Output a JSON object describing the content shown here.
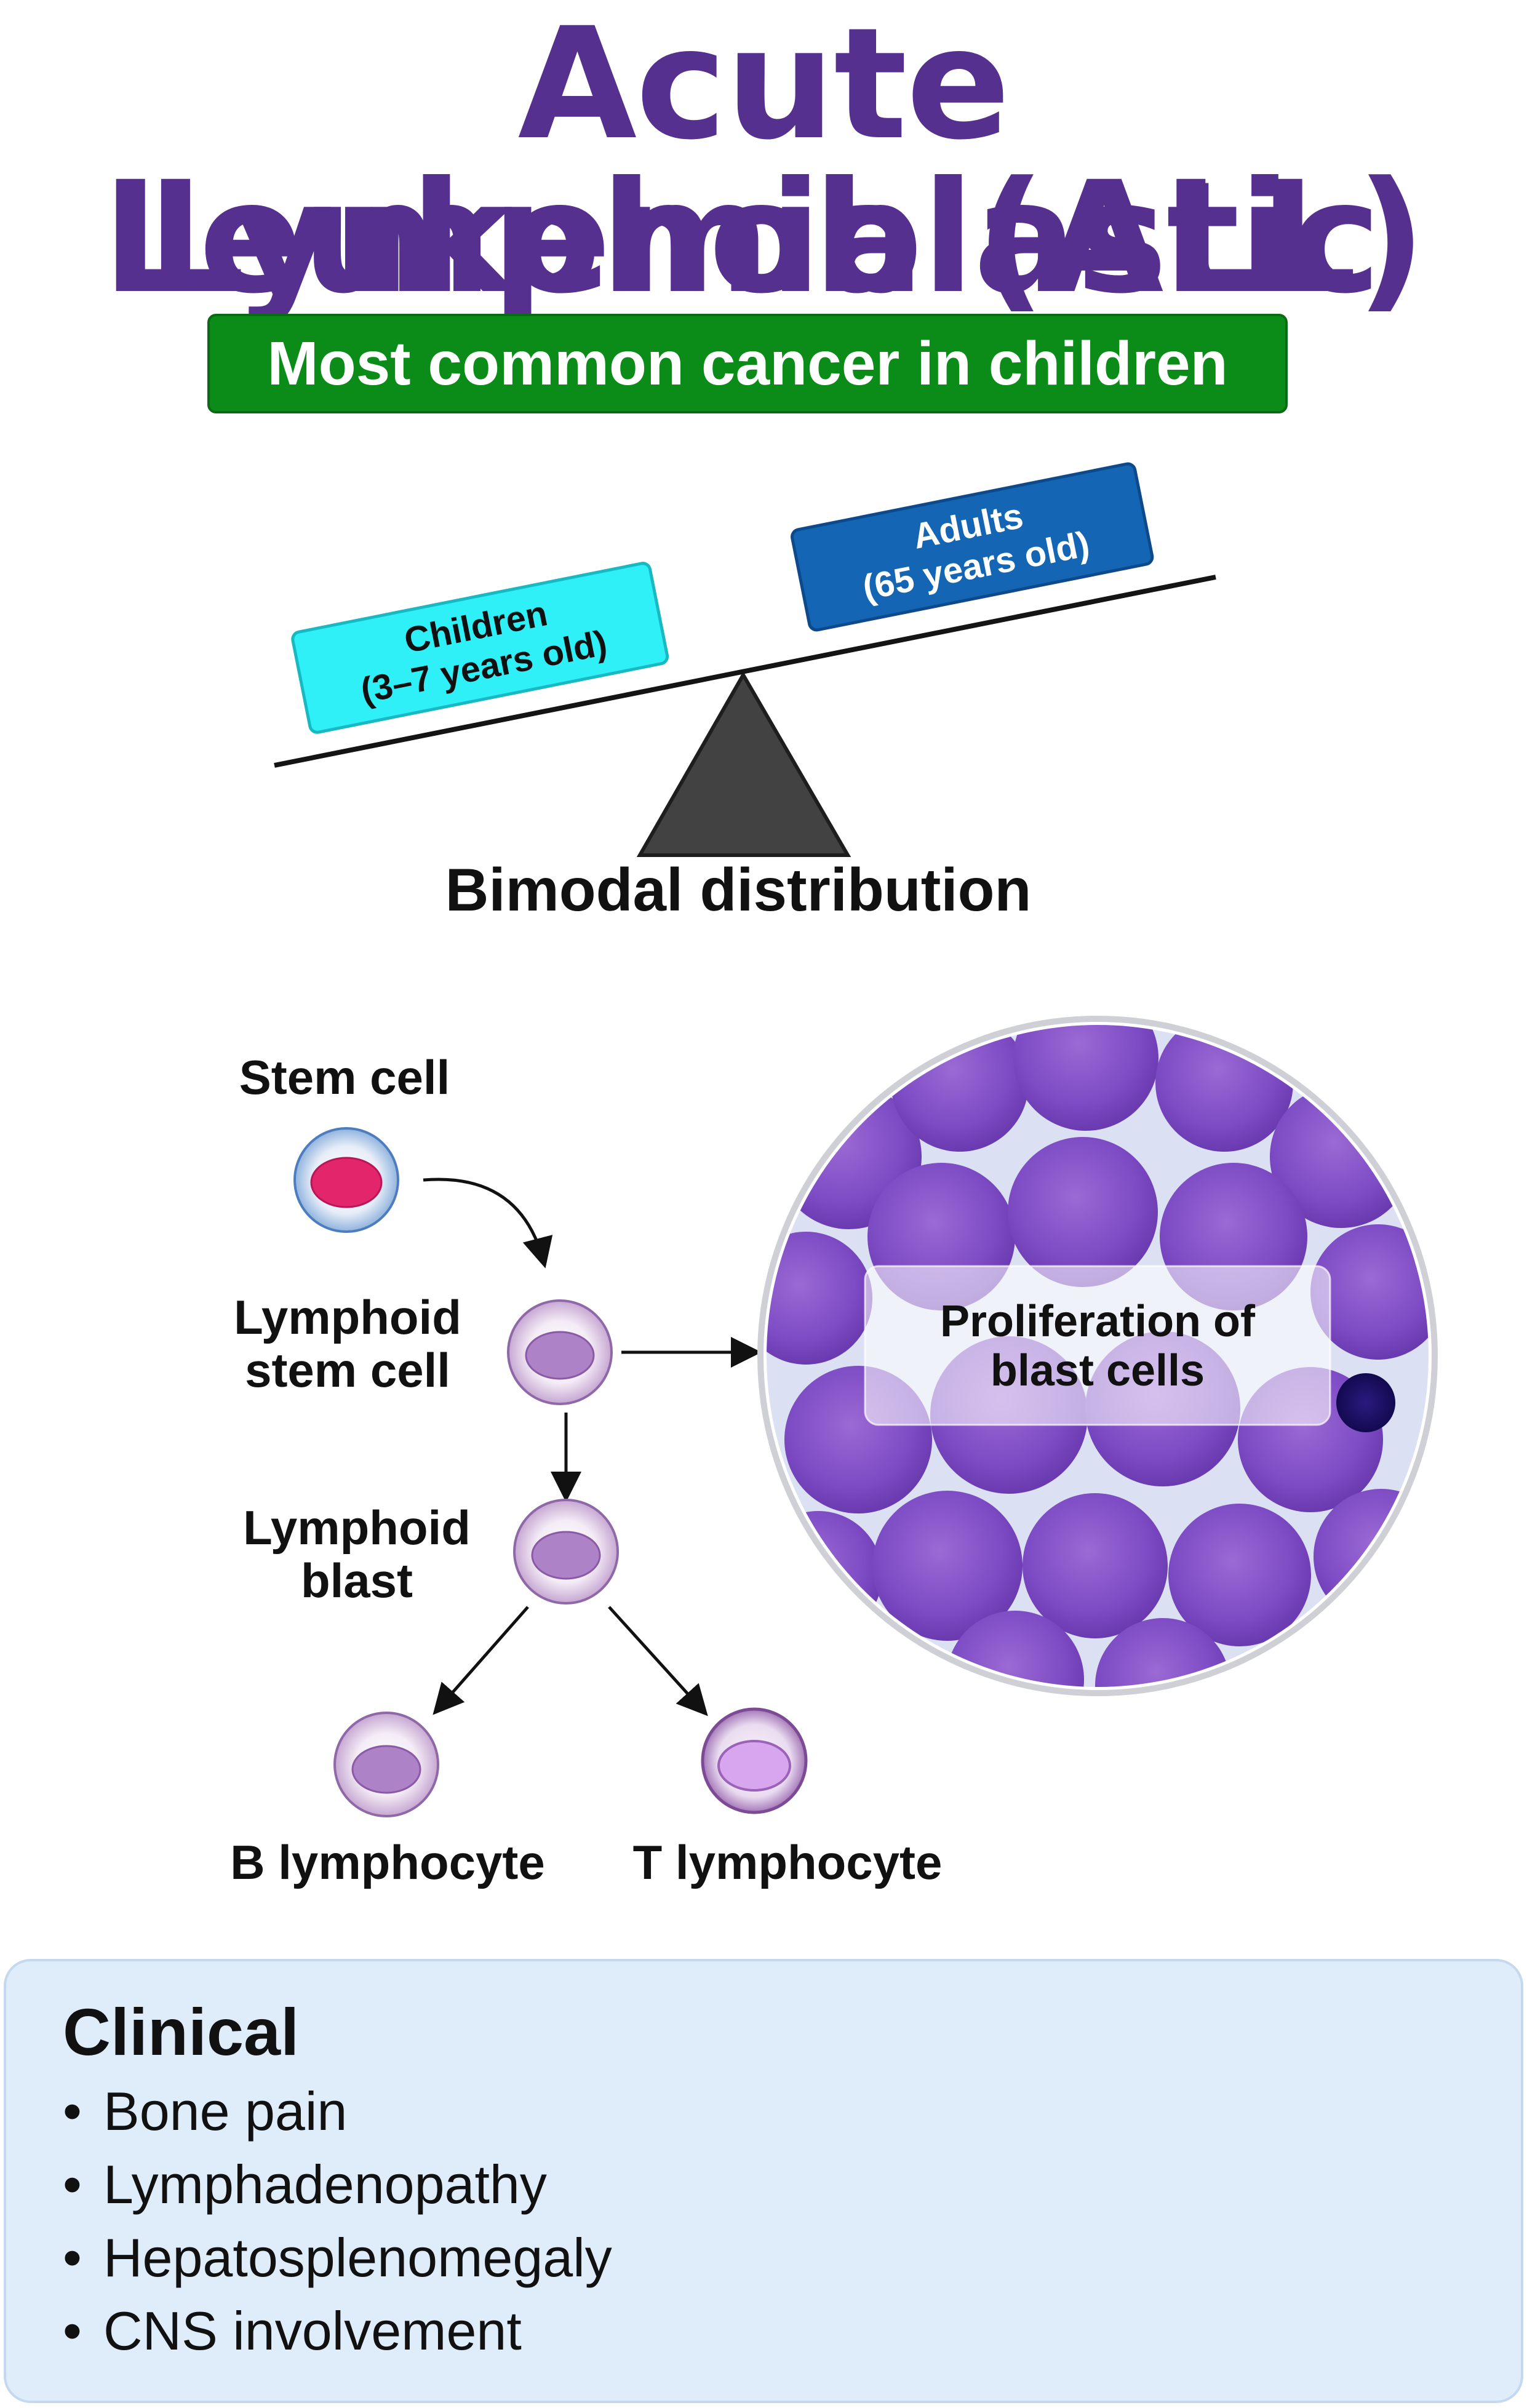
{
  "title": {
    "line1": "Acute Lymphoblastic",
    "line2": "Leukemia (ALL)"
  },
  "banner": {
    "text": "Most common cancer in children"
  },
  "seesaw": {
    "children": {
      "line1": "Children",
      "line2": "(3–7 years old)"
    },
    "adults": {
      "line1": "Adults",
      "line2": "(65 years old)"
    },
    "caption": "Bimodal distribution"
  },
  "lineage": {
    "stem_cell": "Stem cell",
    "lymphoid_stem_cell": {
      "line1": "Lymphoid",
      "line2": "stem cell"
    },
    "lymphoid_blast": {
      "line1": "Lymphoid",
      "line2": "blast"
    },
    "b_lymphocyte": "B lymphocyte",
    "t_lymphocyte": "T lymphocyte"
  },
  "micrograph": {
    "label_line1": "Proliferation of",
    "label_line2": "blast cells"
  },
  "clinical": {
    "heading": "Clinical",
    "items": [
      "Bone pain",
      "Lymphadenopathy",
      "Hepatosplenomegaly",
      "CNS involvement"
    ]
  },
  "colors": {
    "title": "#55308f",
    "banner": "#0b8c18",
    "children_box": "#2ef0f6",
    "adults_box": "#1565b5",
    "fulcrum": "#424242",
    "stem_nucleus": "#e3266c",
    "blast_cytoplasm": "#7d4bc4",
    "clinical_bg": "#dfecfa"
  }
}
